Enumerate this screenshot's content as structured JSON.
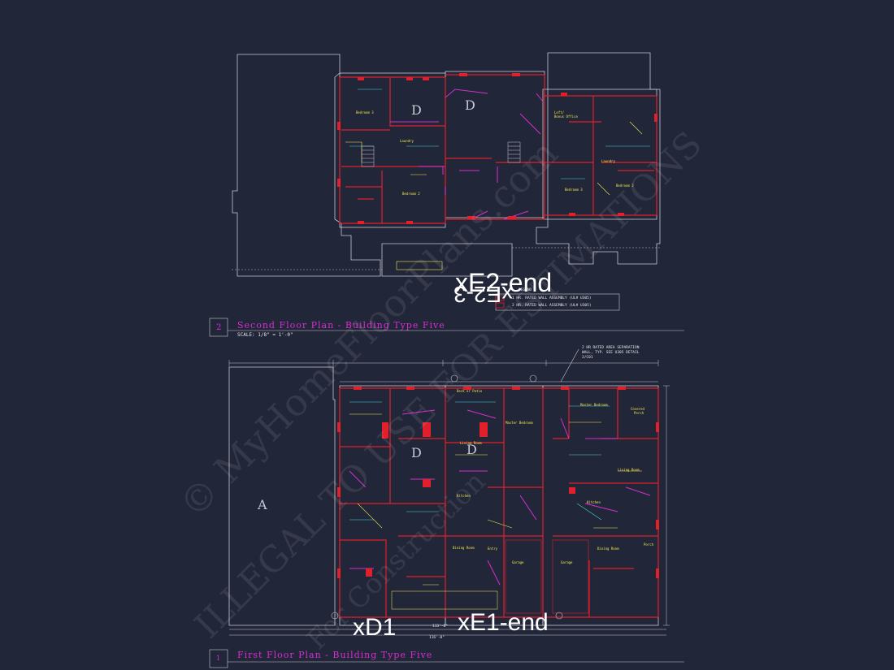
{
  "colors": {
    "background": "#222639",
    "outline": "#c8c8d2",
    "wall_red": "#e0202a",
    "magenta": "#d62fd0",
    "yellow": "#f2e94e",
    "cyan": "#3fd6e0",
    "white": "#ffffff"
  },
  "second_floor": {
    "number": "2",
    "title": "Second Floor Plan - Building Type Five",
    "scale": "SCALE: 1/8\" = 1'-0\"",
    "unit_labels": [
      "D",
      "D"
    ],
    "room_labels": [
      "Bedroom 3",
      "Bedroom 2",
      "Loft/ Bonus Office",
      "Laundry",
      "Bedroom 2",
      "Bedroom 3"
    ],
    "legend_header": "LEGEND",
    "legend_items": [
      "1 HR. RATED WALL ASSEMBLY (UL# U305)",
      "2 HR. RATED WALL ASSEMBLY (UL# U305)"
    ]
  },
  "first_floor": {
    "number": "1",
    "title": "First Floor Plan - Building Type Five",
    "unit_labels": [
      "A",
      "D",
      "D"
    ],
    "annotation": "2 HR RATED AREA SEPARATION WALL, TYP. SEE U305 DETAIL 2/C01",
    "room_labels": [
      "Master Bedroom",
      "Covered Porch",
      "Deck or Patio",
      "Living Room",
      "Master Bedroom",
      "Kitchen",
      "Dining Room",
      "Garage",
      "Garage",
      "Dining Room",
      "Living Room",
      "Kitchen",
      "Entry",
      "Porch"
    ],
    "dimensions": {
      "overall": "116'-0\"",
      "segment": "113'-0\""
    }
  },
  "overlay_labels": {
    "e2_end": "xE2-end",
    "e2_mirror": "xE2-3",
    "d1": "xD1",
    "e1_end": "xE1-end"
  },
  "watermark": {
    "line1": "© MyHomeFloorPlans.com",
    "line2": "ILLEGAL TO USE FOR ESTIMATIONS",
    "line3": "For Construction"
  }
}
